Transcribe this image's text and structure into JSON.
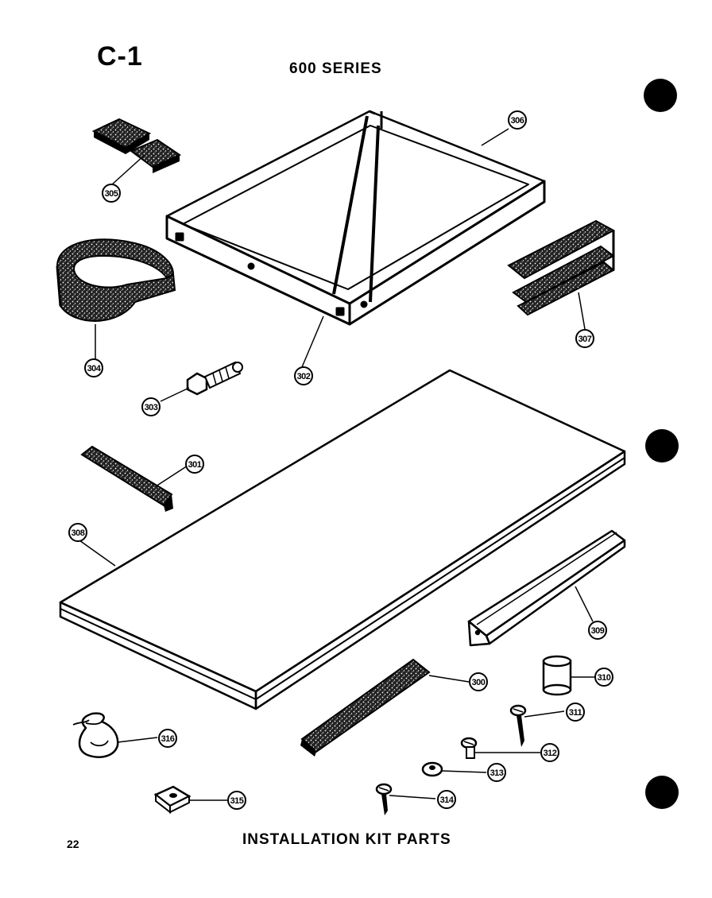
{
  "page_label": "C-1",
  "series_title": "600 SERIES",
  "caption": "INSTALLATION KIT PARTS",
  "page_number": "22",
  "callouts": {
    "c300": "300",
    "c301": "301",
    "c302": "302",
    "c303": "303",
    "c304": "304",
    "c305": "305",
    "c306": "306",
    "c307": "307",
    "c308": "308",
    "c309": "309",
    "c310": "310",
    "c311": "311",
    "c312": "312",
    "c313": "313",
    "c314": "314",
    "c315": "315",
    "c316": "316"
  }
}
